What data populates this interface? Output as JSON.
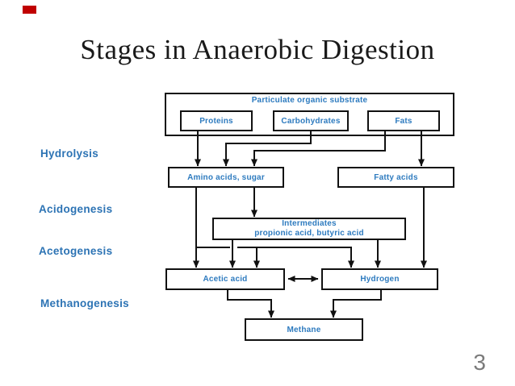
{
  "slide": {
    "title": "Stages in Anaerobic Digestion",
    "page_number": "3",
    "accent_red": "#c00000"
  },
  "diagram": {
    "stage_labels": [
      {
        "label": "Hydrolysis"
      },
      {
        "label": "Acidogenesis"
      },
      {
        "label": "Acetogenesis"
      },
      {
        "label": "Methanogenesis"
      }
    ],
    "nodes": {
      "substrate": "Particulate organic substrate",
      "proteins": "Proteins",
      "carbohydrates": "Carbohydrates",
      "fats": "Fats",
      "amino_acids_sugar": "Amino acids, sugar",
      "fatty_acids": "Fatty acids",
      "intermediates_title": "Intermediates",
      "intermediates_subtitle": "propionic acid, butyric acid",
      "acetic_acid": "Acetic acid",
      "hydrogen": "Hydrogen",
      "methane": "Methane"
    },
    "colors": {
      "node_text_blue": "#2e7bbf",
      "stage_text_blue": "#2c73b4",
      "line_black": "#111111"
    }
  }
}
